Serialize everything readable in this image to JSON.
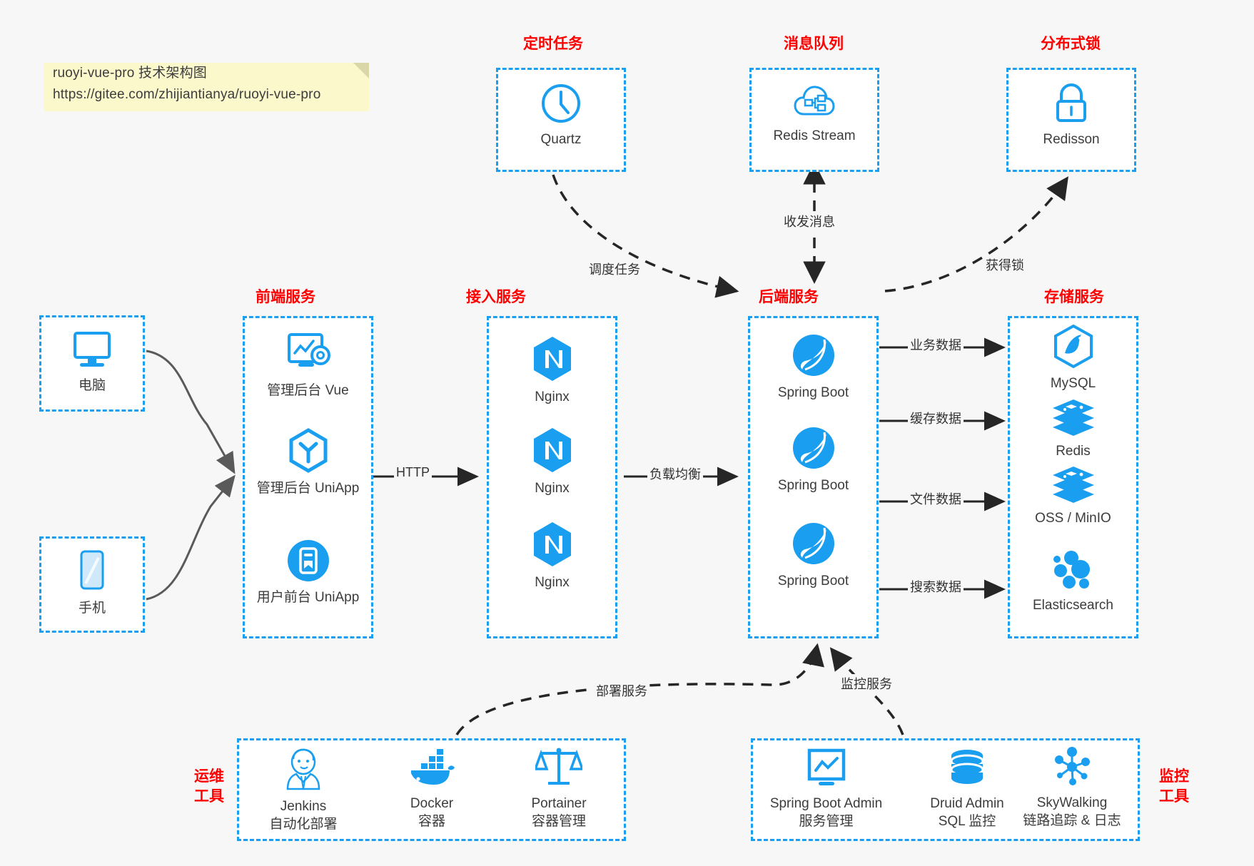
{
  "note": {
    "line1": "ruoyi-vue-pro 技术架构图",
    "line2": "https://gitee.com/zhijiantianya/ruoyi-vue-pro"
  },
  "colors": {
    "accent_blue": "#1a9ef0",
    "group_label_red": "#ff0000",
    "text_gray": "#3c3c3c",
    "canvas_bg": "#f7f7f7",
    "note_bg": "#fbf8cc",
    "arrow_dark": "#262626",
    "arrow_gray": "#5a5a5a"
  },
  "groups": {
    "scheduled_task": "定时任务",
    "message_queue": "消息队列",
    "distributed_lock": "分布式锁",
    "frontend_service": "前端服务",
    "access_service": "接入服务",
    "backend_service": "后端服务",
    "storage_service": "存储服务",
    "devops_tools_l1": "运维",
    "devops_tools_l2": "工具",
    "monitor_tools_l1": "监控",
    "monitor_tools_l2": "工具"
  },
  "nodes": {
    "quartz": "Quartz",
    "redis_stream": "Redis Stream",
    "redisson": "Redisson",
    "computer": "电脑",
    "phone": "手机",
    "admin_vue": "管理后台 Vue",
    "admin_uniapp": "管理后台 UniApp",
    "user_uniapp": "用户前台 UniApp",
    "nginx1": "Nginx",
    "nginx2": "Nginx",
    "nginx3": "Nginx",
    "springboot1": "Spring Boot",
    "springboot2": "Spring Boot",
    "springboot3": "Spring Boot",
    "mysql": "MySQL",
    "redis": "Redis",
    "oss_minio": "OSS / MinIO",
    "elasticsearch": "Elasticsearch"
  },
  "devops": [
    {
      "name": "Jenkins",
      "desc": "自动化部署",
      "icon": "jenkins-icon"
    },
    {
      "name": "Docker",
      "desc": "容器",
      "icon": "docker-icon"
    },
    {
      "name": "Portainer",
      "desc": "容器管理",
      "icon": "scales-icon"
    }
  ],
  "monitor": [
    {
      "name": "Spring Boot Admin",
      "desc": "服务管理",
      "icon": "monitor-chart-icon"
    },
    {
      "name": "Druid Admin",
      "desc": "SQL 监控",
      "icon": "database-icon"
    },
    {
      "name": "SkyWalking",
      "desc": "链路追踪 & 日志",
      "icon": "network-nodes-icon"
    }
  ],
  "edges": {
    "schedule_task": "调度任务",
    "send_receive_message": "收发消息",
    "acquire_lock": "获得锁",
    "http": "HTTP",
    "load_balance": "负载均衡",
    "business_data": "业务数据",
    "cache_data": "缓存数据",
    "file_data": "文件数据",
    "search_data": "搜索数据",
    "deploy_service": "部署服务",
    "monitor_service": "监控服务"
  }
}
